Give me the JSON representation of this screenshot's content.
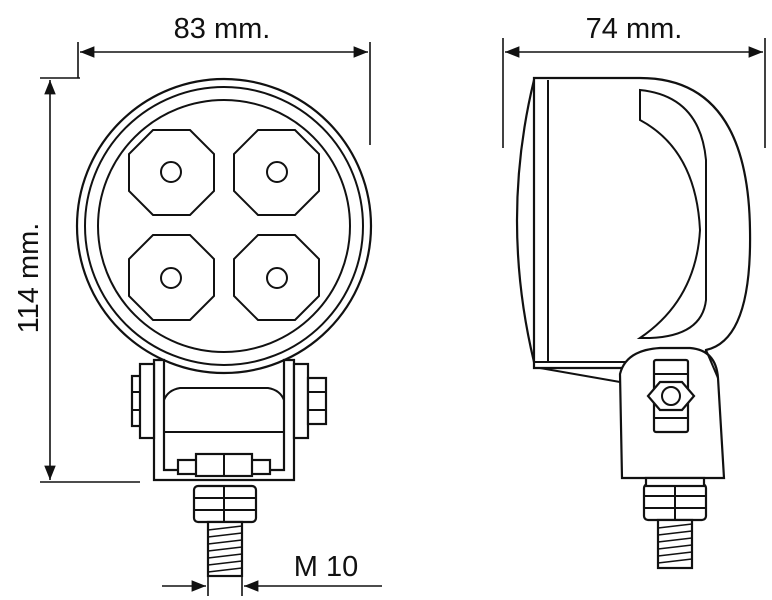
{
  "dimensions": {
    "front_width": "83 mm.",
    "side_depth": "74 mm.",
    "height": "114 mm.",
    "thread": "M 10"
  },
  "colors": {
    "stroke": "#111111",
    "background": "#ffffff",
    "shade": "#e8e8e8"
  }
}
